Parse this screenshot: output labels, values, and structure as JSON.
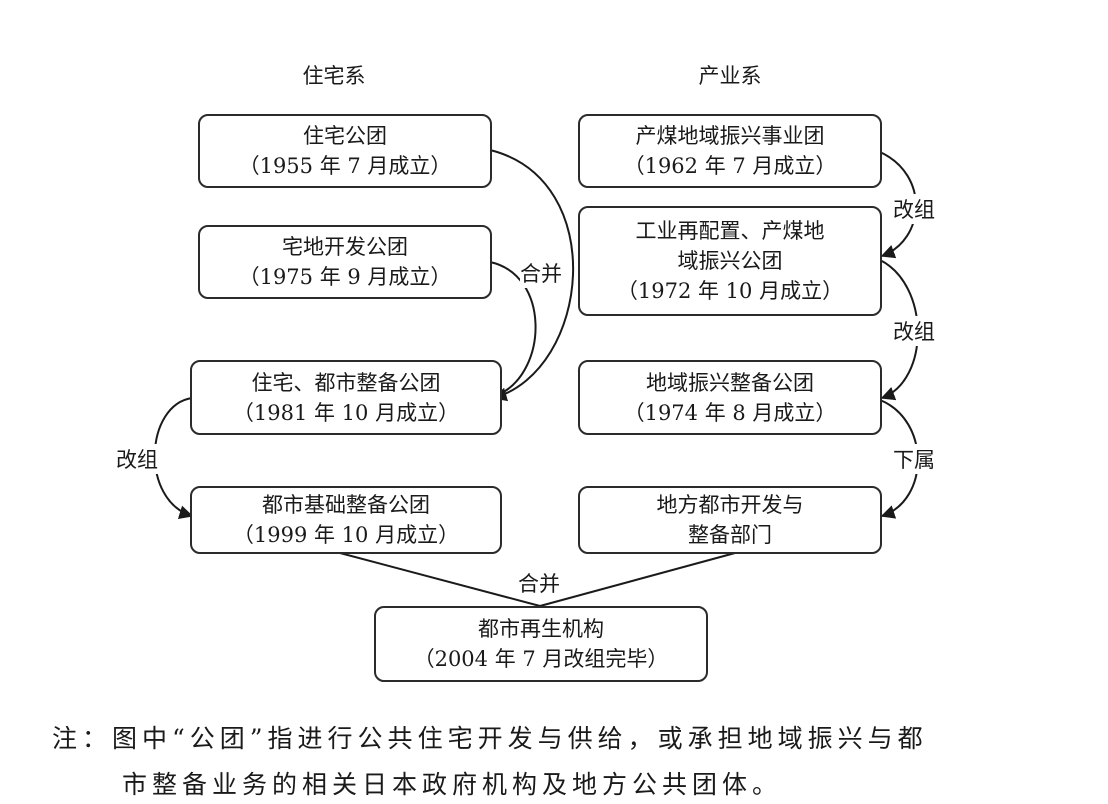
{
  "headers": {
    "housing": "住宅系",
    "industry": "产业系"
  },
  "boxes": {
    "h1": {
      "name": "住宅公团",
      "date": "（1955 年 7 月成立）"
    },
    "h2": {
      "name": "宅地开发公团",
      "date": "（1975 年 9 月成立）"
    },
    "h3": {
      "name": "住宅、都市整备公团",
      "date": "（1981 年 10 月成立）"
    },
    "h4": {
      "name": "都市基础整备公团",
      "date": "（1999 年 10 月成立）"
    },
    "i1": {
      "name": "产煤地域振兴事业团",
      "date": "（1962 年 7 月成立）"
    },
    "i2": {
      "line1": "工业再配置、产煤地",
      "line2": "域振兴公团",
      "date": "（1972 年 10 月成立）"
    },
    "i3": {
      "name": "地域振兴整备公团",
      "date": "（1974 年 8 月成立）"
    },
    "i4": {
      "line1": "地方都市开发与",
      "line2": "整备部门"
    },
    "final": {
      "name": "都市再生机构",
      "date": "（2004 年 7 月改组完毕）"
    }
  },
  "labels": {
    "merge_top": "合并",
    "reorg_left": "改组",
    "reorg_1": "改组",
    "reorg_2": "改组",
    "subordinate": "下属",
    "merge_bottom": "合并"
  },
  "note": {
    "line1": "注：图中“公团”指进行公共住宅开发与供给，或承担地域振兴与都",
    "line2": "市整备业务的相关日本政府机构及地方公共团体。"
  }
}
